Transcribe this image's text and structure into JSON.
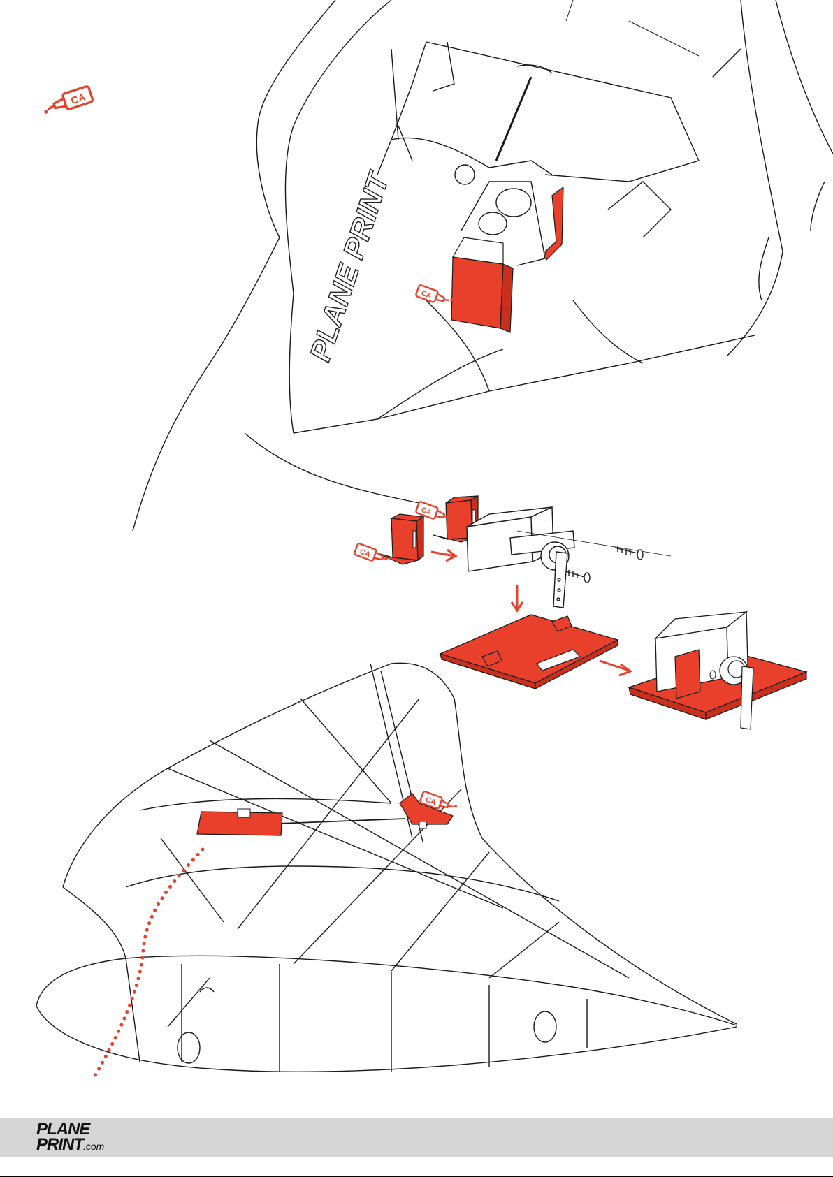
{
  "labels": {
    "ca": "CA",
    "fuselage_wordmark": "PLANE PRINT"
  },
  "footer": {
    "logo_line1": "PLANE",
    "logo_line2": "PRINT",
    "logo_suffix": ".com"
  },
  "colors": {
    "accent": "#e8402a",
    "line": "#1a1a1a",
    "footer_bg": "#d6d6d6"
  },
  "icons": [
    "glue-bottle-icon",
    "arrow-right-icon",
    "arrow-down-icon",
    "screw-icon"
  ]
}
